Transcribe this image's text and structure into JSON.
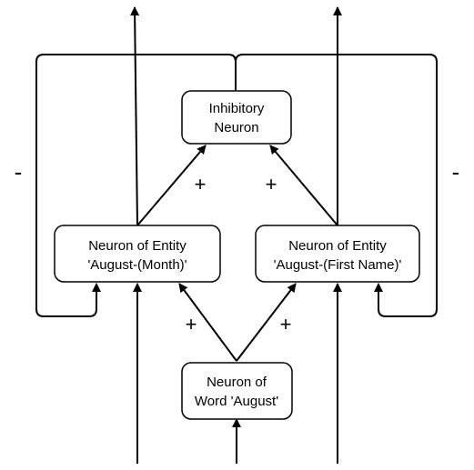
{
  "nodes": {
    "inhibitory": {
      "line1": "Inhibitory",
      "line2": "Neuron"
    },
    "month": {
      "line1": "Neuron of Entity",
      "line2": "'August-(Month)'"
    },
    "first_name": {
      "line1": "Neuron of Entity",
      "line2": "'August-(First Name)'"
    },
    "word": {
      "line1": "Neuron of",
      "line2": "Word 'August'"
    }
  },
  "signs": {
    "month_to_inhibitory": "+",
    "first_name_to_inhibitory": "+",
    "word_to_month": "+",
    "word_to_first_name": "+",
    "inhibition_left": "-",
    "inhibition_right": "-"
  },
  "colors": {
    "stroke": "#000000",
    "fill": "#ffffff"
  }
}
